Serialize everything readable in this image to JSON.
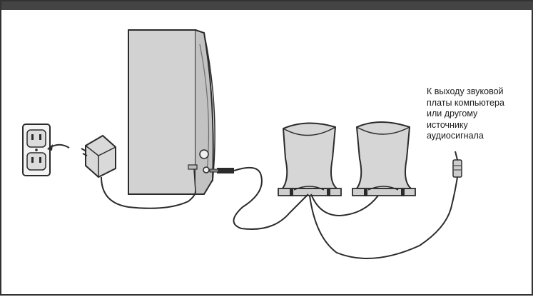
{
  "caption": {
    "lines": [
      "К выходу звуковой",
      "платы компьютера",
      "или другому",
      "источнику",
      "аудиосигнала"
    ]
  },
  "colors": {
    "line": "#2b2b2b",
    "device_fill": "#d8d8d8",
    "device_shade": "#bdbdbd",
    "frame": "#333333"
  },
  "icons": [
    "wall-outlet-icon",
    "power-adapter-icon",
    "subwoofer-icon",
    "speaker-icon",
    "audio-plug-icon",
    "arrow-icon"
  ]
}
